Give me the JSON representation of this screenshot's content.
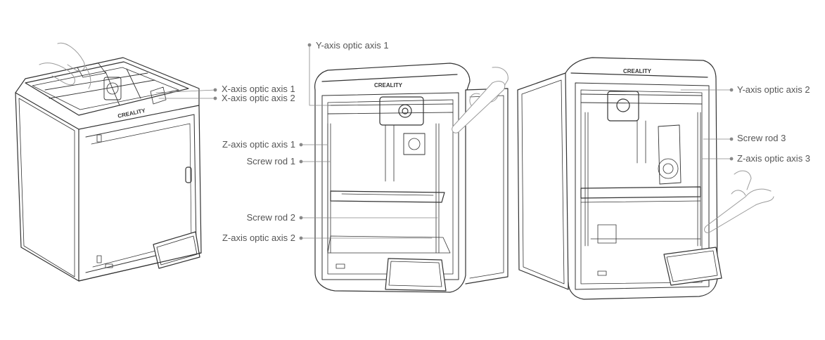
{
  "brand_logo": "CREALITY",
  "colors": {
    "line": "#333333",
    "leader": "#888888",
    "label": "#555555",
    "hand": "#9a9a9a"
  },
  "figures": [
    {
      "name": "top-view",
      "callouts": [
        {
          "id": "x-axis-optic-axis-1",
          "text": "X-axis optic axis 1"
        },
        {
          "id": "x-axis-optic-axis-2",
          "text": "X-axis optic axis 2"
        }
      ]
    },
    {
      "name": "front-view",
      "callouts": [
        {
          "id": "y-axis-optic-axis-1",
          "text": "Y-axis optic axis 1"
        },
        {
          "id": "z-axis-optic-axis-1",
          "text": "Z-axis optic axis 1"
        },
        {
          "id": "screw-rod-1",
          "text": "Screw rod 1"
        },
        {
          "id": "screw-rod-2",
          "text": "Screw rod 2"
        },
        {
          "id": "z-axis-optic-axis-2",
          "text": "Z-axis optic axis 2"
        }
      ]
    },
    {
      "name": "side-view",
      "callouts": [
        {
          "id": "y-axis-optic-axis-2",
          "text": "Y-axis optic axis 2"
        },
        {
          "id": "screw-rod-3",
          "text": "Screw rod 3"
        },
        {
          "id": "z-axis-optic-axis-3",
          "text": "Z-axis optic axis 3"
        }
      ]
    }
  ]
}
